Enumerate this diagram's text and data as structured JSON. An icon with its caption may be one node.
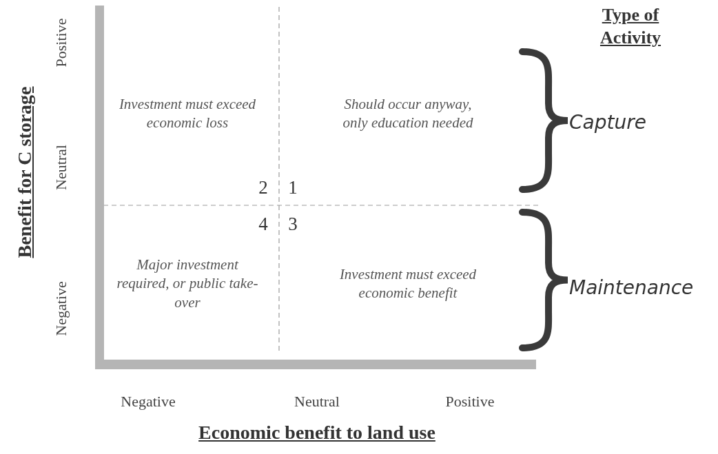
{
  "diagram": {
    "labels": [
      "Positive",
      "Type of Activity",
      "Investment must exceed economic loss",
      "Should occur anyway, only education needed",
      "Capture",
      "Neutral",
      "2",
      "1",
      "4",
      "3",
      "Negative",
      "Major investment required, or public take-over",
      "Investment must exceed economic benefit",
      "Maintenance",
      "Benefit for C storage",
      "Negative",
      "Neutral",
      "Positive",
      "Economic benefit to land use"
    ]
  }
}
